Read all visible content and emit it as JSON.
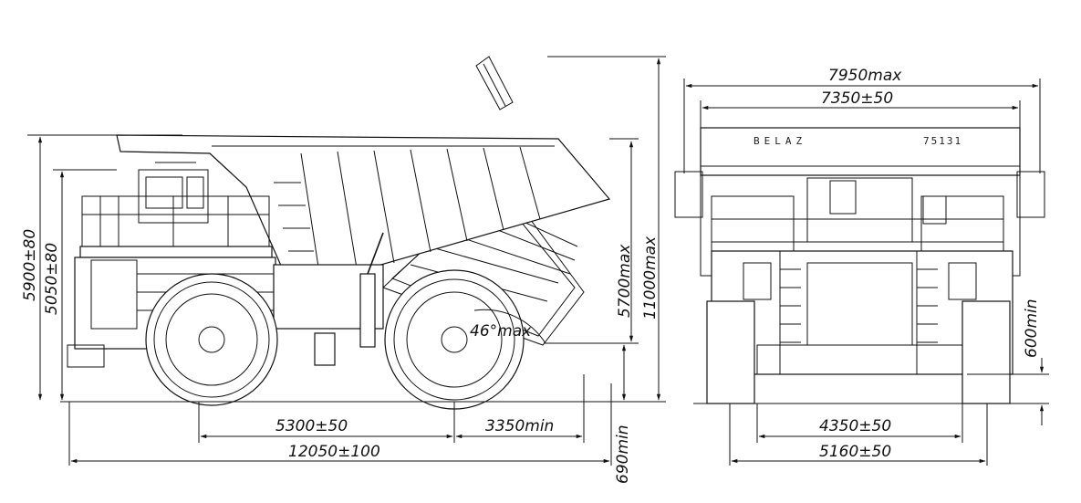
{
  "side_view": {
    "dims": {
      "height_guard": "5900±80",
      "height_cab": "5050±80",
      "wheelbase": "5300±50",
      "rear_overhang": "3350min",
      "length": "12050±100",
      "ground_clearance": "690min",
      "height_tipped": "11000max",
      "height_hinge": "5700max",
      "dump_angle": "46°max"
    }
  },
  "front_view": {
    "brand": "BELAZ",
    "model": "75131",
    "dims": {
      "width_max": "7950max",
      "width_body": "7350±50",
      "track_front": "4350±50",
      "track_outer": "5160±50",
      "front_clearance": "600min"
    }
  }
}
